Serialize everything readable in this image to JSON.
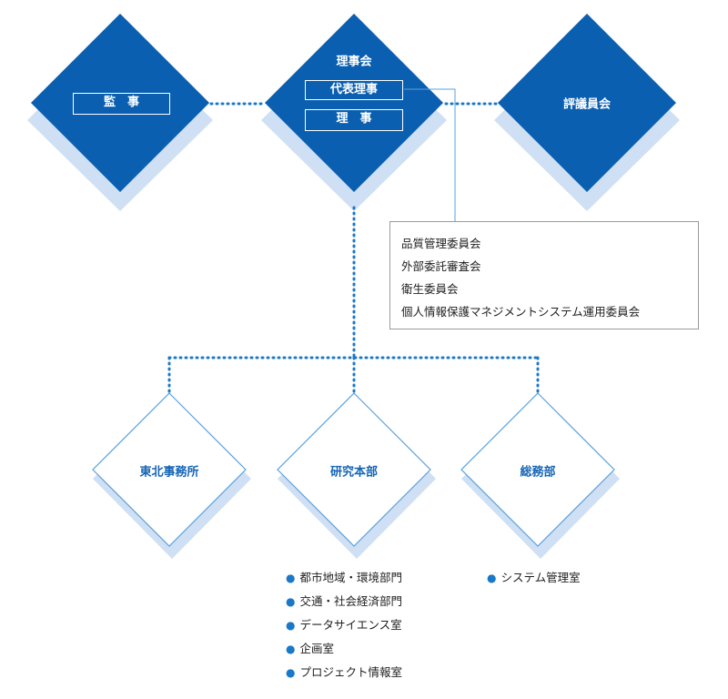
{
  "top": {
    "auditor": "監　事",
    "board": {
      "title": "理事会",
      "chair": "代表理事",
      "members": "理　事"
    },
    "councillors": "評議員会"
  },
  "committees": [
    "品質管理委員会",
    "外部委託審査会",
    "衛生委員会",
    "個人情報保護マネジメントシステム運用委員会"
  ],
  "departments": {
    "tohoku": "東北事務所",
    "research": "研究本部",
    "general": "総務部"
  },
  "research_units": [
    "都市地域・環境部門",
    "交通・社会経済部門",
    "データサイエンス室",
    "企画室",
    "プロジェクト情報室"
  ],
  "general_units": [
    "システム管理室"
  ],
  "colors": {
    "primary": "#0b5fb0",
    "shadow": "#cfe0f4",
    "connector": "#1a78c8",
    "outline": "#5aa0dc"
  }
}
